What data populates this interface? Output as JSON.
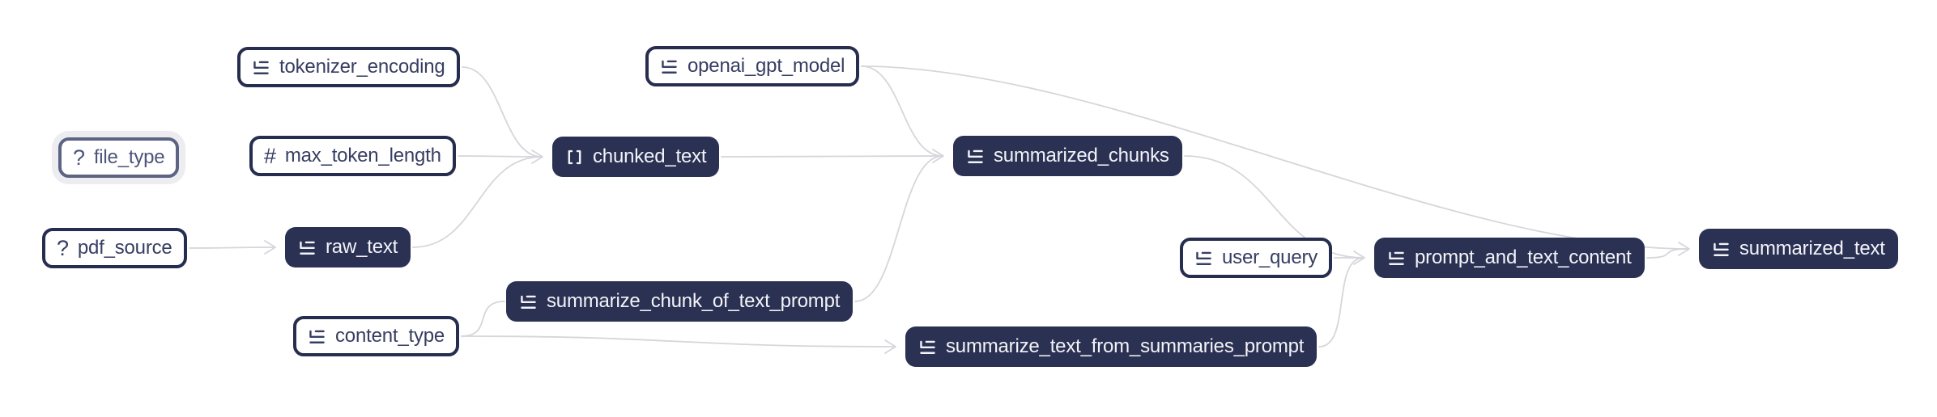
{
  "graph": {
    "nodes": [
      {
        "id": "tokenizer_encoding",
        "label": "tokenizer_encoding",
        "icon": "list-icon",
        "variant": "input"
      },
      {
        "id": "file_type",
        "label": "file_type",
        "icon": "question-icon",
        "variant": "input-faded"
      },
      {
        "id": "max_token_length",
        "label": "max_token_length",
        "icon": "hash-icon",
        "variant": "input"
      },
      {
        "id": "pdf_source",
        "label": "pdf_source",
        "icon": "question-icon",
        "variant": "input"
      },
      {
        "id": "raw_text",
        "label": "raw_text",
        "icon": "list-icon",
        "variant": "function"
      },
      {
        "id": "chunked_text",
        "label": "chunked_text",
        "icon": "brackets-icon",
        "variant": "function"
      },
      {
        "id": "openai_gpt_model",
        "label": "openai_gpt_model",
        "icon": "list-icon",
        "variant": "input"
      },
      {
        "id": "summarized_chunks",
        "label": "summarized_chunks",
        "icon": "list-icon",
        "variant": "function"
      },
      {
        "id": "summarize_chunk_of_text_prompt",
        "label": "summarize_chunk_of_text_prompt",
        "icon": "list-icon",
        "variant": "function"
      },
      {
        "id": "content_type",
        "label": "content_type",
        "icon": "list-icon",
        "variant": "input"
      },
      {
        "id": "user_query",
        "label": "user_query",
        "icon": "list-icon",
        "variant": "input"
      },
      {
        "id": "summarize_text_from_summaries_prompt",
        "label": "summarize_text_from_summaries_prompt",
        "icon": "list-icon",
        "variant": "function"
      },
      {
        "id": "prompt_and_text_content",
        "label": "prompt_and_text_content",
        "icon": "list-icon",
        "variant": "function"
      },
      {
        "id": "summarized_text",
        "label": "summarized_text",
        "icon": "list-icon",
        "variant": "function"
      }
    ],
    "edges": [
      {
        "from": "pdf_source",
        "to": "raw_text"
      },
      {
        "from": "tokenizer_encoding",
        "to": "chunked_text"
      },
      {
        "from": "max_token_length",
        "to": "chunked_text"
      },
      {
        "from": "raw_text",
        "to": "chunked_text"
      },
      {
        "from": "chunked_text",
        "to": "summarized_chunks"
      },
      {
        "from": "openai_gpt_model",
        "to": "summarized_chunks"
      },
      {
        "from": "summarize_chunk_of_text_prompt",
        "to": "summarized_chunks"
      },
      {
        "from": "content_type",
        "to": "summarize_chunk_of_text_prompt"
      },
      {
        "from": "content_type",
        "to": "summarize_text_from_summaries_prompt"
      },
      {
        "from": "summarized_chunks",
        "to": "prompt_and_text_content"
      },
      {
        "from": "user_query",
        "to": "prompt_and_text_content"
      },
      {
        "from": "summarize_text_from_summaries_prompt",
        "to": "prompt_and_text_content"
      },
      {
        "from": "openai_gpt_model",
        "to": "summarized_text"
      },
      {
        "from": "prompt_and_text_content",
        "to": "summarized_text"
      }
    ]
  },
  "colors": {
    "background": "#ffffff",
    "node_fill_dark": "#2b3153",
    "node_border": "#272d4f",
    "node_text_light": "#373e62",
    "node_text_dark": "#f3f4f8",
    "faded_border": "#5d6382",
    "faded_halo": "#ececf1",
    "edge": "#d6d6db"
  }
}
